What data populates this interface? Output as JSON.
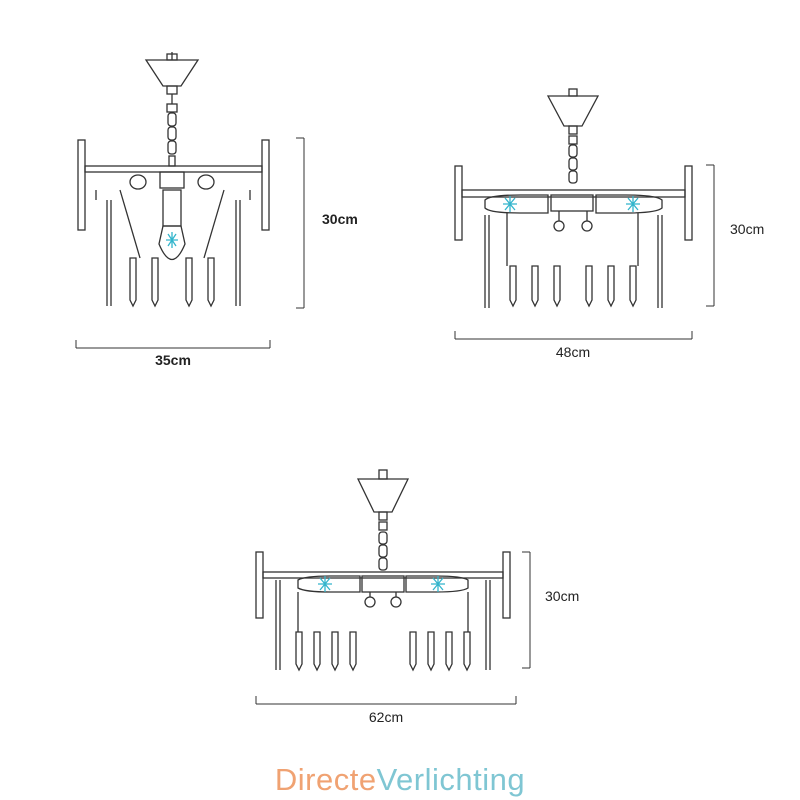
{
  "fixtures": [
    {
      "id": "small",
      "width_label": "35cm",
      "height_label": "30cm",
      "bulbs": 1
    },
    {
      "id": "medium",
      "width_label": "48cm",
      "height_label": "30cm",
      "bulbs": 2
    },
    {
      "id": "large",
      "width_label": "62cm",
      "height_label": "30cm",
      "bulbs": 2
    }
  ],
  "brand": {
    "part1": "Directe",
    "part2": "Verlichting"
  },
  "colors": {
    "line": "#333333",
    "bulb": "#33b5cc",
    "brand_orange": "#f0a272",
    "brand_blue": "#7fc6d3"
  }
}
